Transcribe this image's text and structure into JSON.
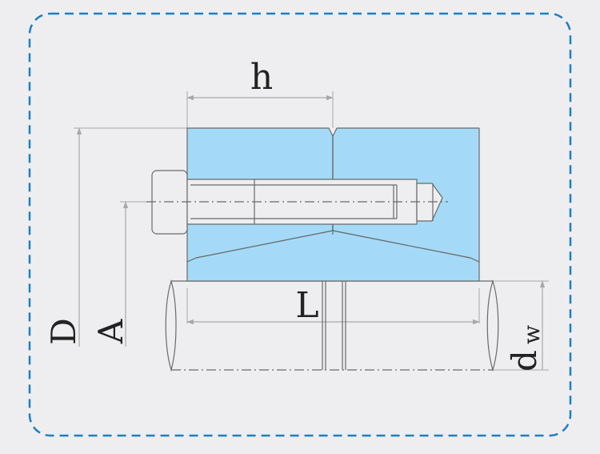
{
  "labels": {
    "h": "h",
    "D": "D",
    "A": "A",
    "L": "L",
    "dw_main": "d",
    "dw_sub": "w"
  },
  "colors": {
    "background": "#eeeef0",
    "frame": "#1e7fc2",
    "part_fill": "#a4daf7",
    "part_stroke": "#6a6a6a",
    "dim_line": "#a8a8a8",
    "text": "#222222"
  }
}
